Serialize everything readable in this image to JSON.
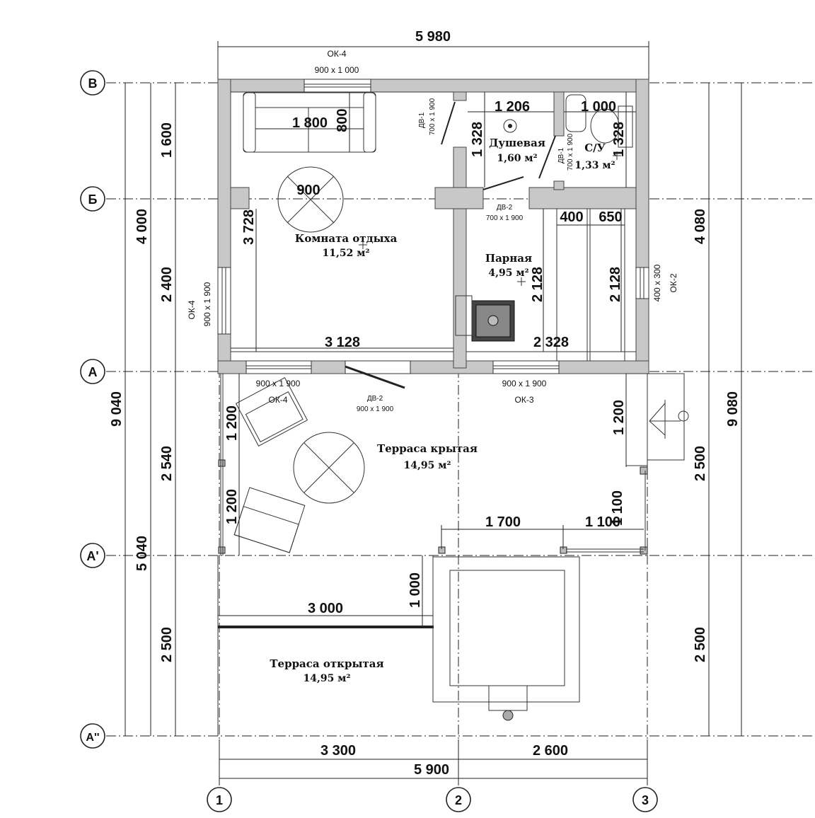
{
  "grid_rows": [
    {
      "id": "row-b",
      "label": "В"
    },
    {
      "id": "row-bb",
      "label": "Б"
    },
    {
      "id": "row-a",
      "label": "А"
    },
    {
      "id": "row-a1",
      "label": "А'"
    },
    {
      "id": "row-a2",
      "label": "А''"
    }
  ],
  "grid_columns": [
    {
      "id": "col-1",
      "label": "1"
    },
    {
      "id": "col-2",
      "label": "2"
    },
    {
      "id": "col-3",
      "label": "3"
    }
  ],
  "dimensions": {
    "top_total": "5 980",
    "bottom_left": "3 300",
    "bottom_right": "2 600",
    "bottom_total": "5 900",
    "left_1600": "1 600",
    "left_2400": "2 400",
    "left_2540": "2 540",
    "left_2500": "2 500",
    "left_4000": "4 000",
    "left_5040": "5 040",
    "left_9040": "9 040",
    "right_4080": "4 080",
    "right_2500a": "2 500",
    "right_2500b": "2 500",
    "right_9080": "9 080",
    "sofa_len": "1 800",
    "sofa_depth": "800",
    "table_dia": "900",
    "rest_height": "3 728",
    "rest_width": "3 128",
    "shower_width": "1 206",
    "shower_height": "1 328",
    "wc_width": "1 000",
    "wc_height": "1 328",
    "bench1": "400",
    "bench2": "650",
    "steam_h1": "2 128",
    "steam_h2": "2 128",
    "steam_width": "2 328",
    "terrace_1200a": "1 200",
    "terrace_1200b": "1 200",
    "terrace_1200c": "1 200",
    "terrace_1700": "1 700",
    "terrace_1100": "1 100",
    "terrace_1100v": "1 100",
    "open_3000": "3 000",
    "open_1000": "1 000"
  },
  "openings": {
    "ok4_top_name": "ОК-4",
    "ok4_top_size": "900 x 1 000",
    "ok4_left_name": "ОК-4",
    "ok4_left_size": "900 x 1 900",
    "ok4_bottom_size": "900 x 1 900",
    "ok4_bottom_name": "ОК-4",
    "dv2_ext_name": "ДВ-2",
    "dv2_ext_size": "900 x 1 900",
    "ok3_size": "900 x 1 900",
    "ok3_name": "ОК-3",
    "dv1_shower_name": "ДВ-1",
    "dv1_shower_size": "700 x 1 900",
    "dv1_wc_name": "ДВ-1",
    "dv1_wc_size": "700 x 1 900",
    "dv2_steam_name": "ДВ-2",
    "dv2_steam_size": "700 x 1 900",
    "ok2_size": "400 x 300",
    "ok2_name": "ОК-2"
  },
  "rooms": {
    "rest_name": "Комната отдыха",
    "rest_area": "11,52 м²",
    "shower_name": "Душевая",
    "shower_area": "1,60 м²",
    "wc_name": "С/У",
    "wc_area": "1,33 м²",
    "steam_name": "Парная",
    "steam_area": "4,95 м²",
    "covered_name": "Терраса крытая",
    "covered_area": "14,95 м²",
    "open_name": "Терраса открытая",
    "open_area": "14,95 м²"
  }
}
